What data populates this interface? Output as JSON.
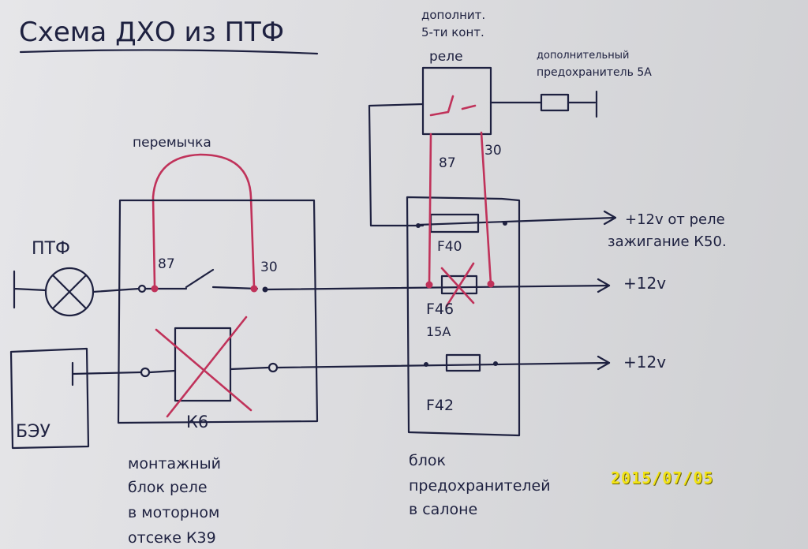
{
  "title": "Схема ДХО из ПТФ",
  "labels": {
    "extra_relay": [
      "дополнит.",
      "5-ти конт.",
      "реле"
    ],
    "extra_fuse": [
      "дополнительный",
      "предохранитель 5А"
    ],
    "jumper": "перемычка",
    "ptf": "ПТФ",
    "beu": "БЭУ",
    "pin87_left": "87",
    "pin30_left": "30",
    "pin87_right": "87",
    "pin30_right": "30",
    "k6": "К6",
    "f40": "F40",
    "f46": "F46",
    "f46_amp": "15А",
    "f42": "F42",
    "out_top": [
      "+12v от реле",
      "зажигание К50."
    ],
    "out_mid": "+12v",
    "out_bot": "+12v",
    "mount_block": [
      "монтажный",
      "блок реле",
      "в моторном",
      "отсеке К39"
    ],
    "fuse_block": [
      "блок",
      "предохранителей",
      "в салоне"
    ]
  },
  "timestamp": "2015/07/05",
  "colors": {
    "ink": "#1e2140",
    "red_ink": "#c0325a",
    "stamp": "#f2e316"
  }
}
